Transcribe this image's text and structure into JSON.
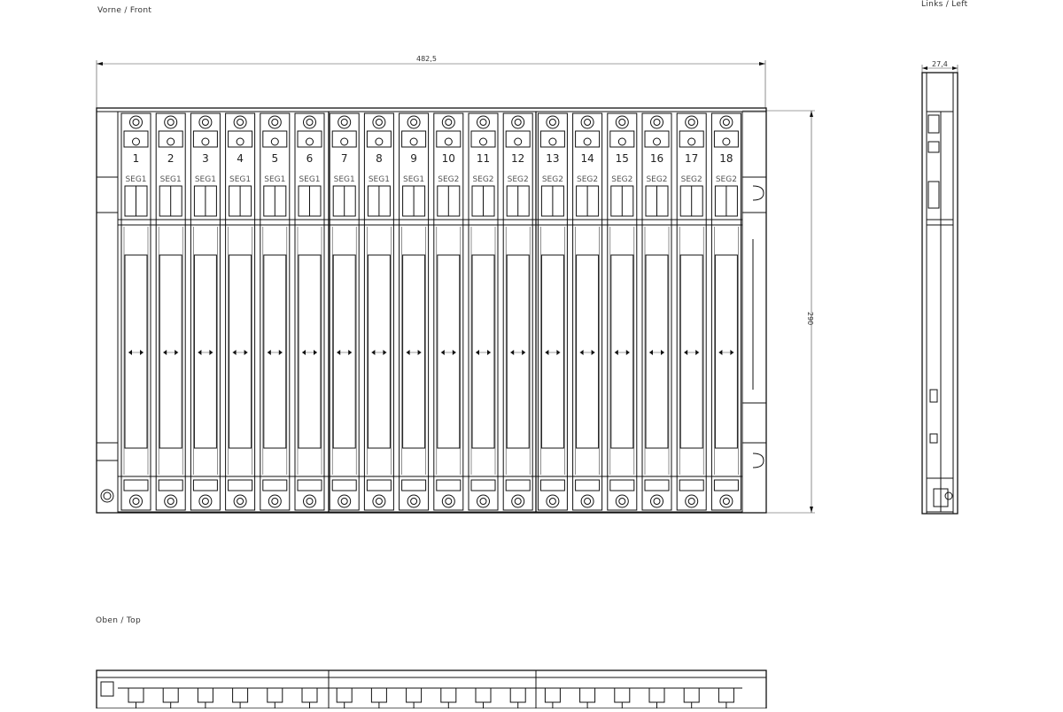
{
  "labels": {
    "front": "Vorne  /  Front",
    "left": "Links  /  Left",
    "top": "Oben  /  Top"
  },
  "dimensions": {
    "width": "482,5",
    "height": "290",
    "depth": "27,4"
  },
  "slots": [
    {
      "number": "1",
      "seg": "SEG1"
    },
    {
      "number": "2",
      "seg": "SEG1"
    },
    {
      "number": "3",
      "seg": "SEG1"
    },
    {
      "number": "4",
      "seg": "SEG1"
    },
    {
      "number": "5",
      "seg": "SEG1"
    },
    {
      "number": "6",
      "seg": "SEG1"
    },
    {
      "number": "7",
      "seg": "SEG1"
    },
    {
      "number": "8",
      "seg": "SEG1"
    },
    {
      "number": "9",
      "seg": "SEG1"
    },
    {
      "number": "10",
      "seg": "SEG2"
    },
    {
      "number": "11",
      "seg": "SEG2"
    },
    {
      "number": "12",
      "seg": "SEG2"
    },
    {
      "number": "13",
      "seg": "SEG2"
    },
    {
      "number": "14",
      "seg": "SEG2"
    },
    {
      "number": "15",
      "seg": "SEG2"
    },
    {
      "number": "16",
      "seg": "SEG2"
    },
    {
      "number": "17",
      "seg": "SEG2"
    },
    {
      "number": "18",
      "seg": "SEG2"
    }
  ]
}
